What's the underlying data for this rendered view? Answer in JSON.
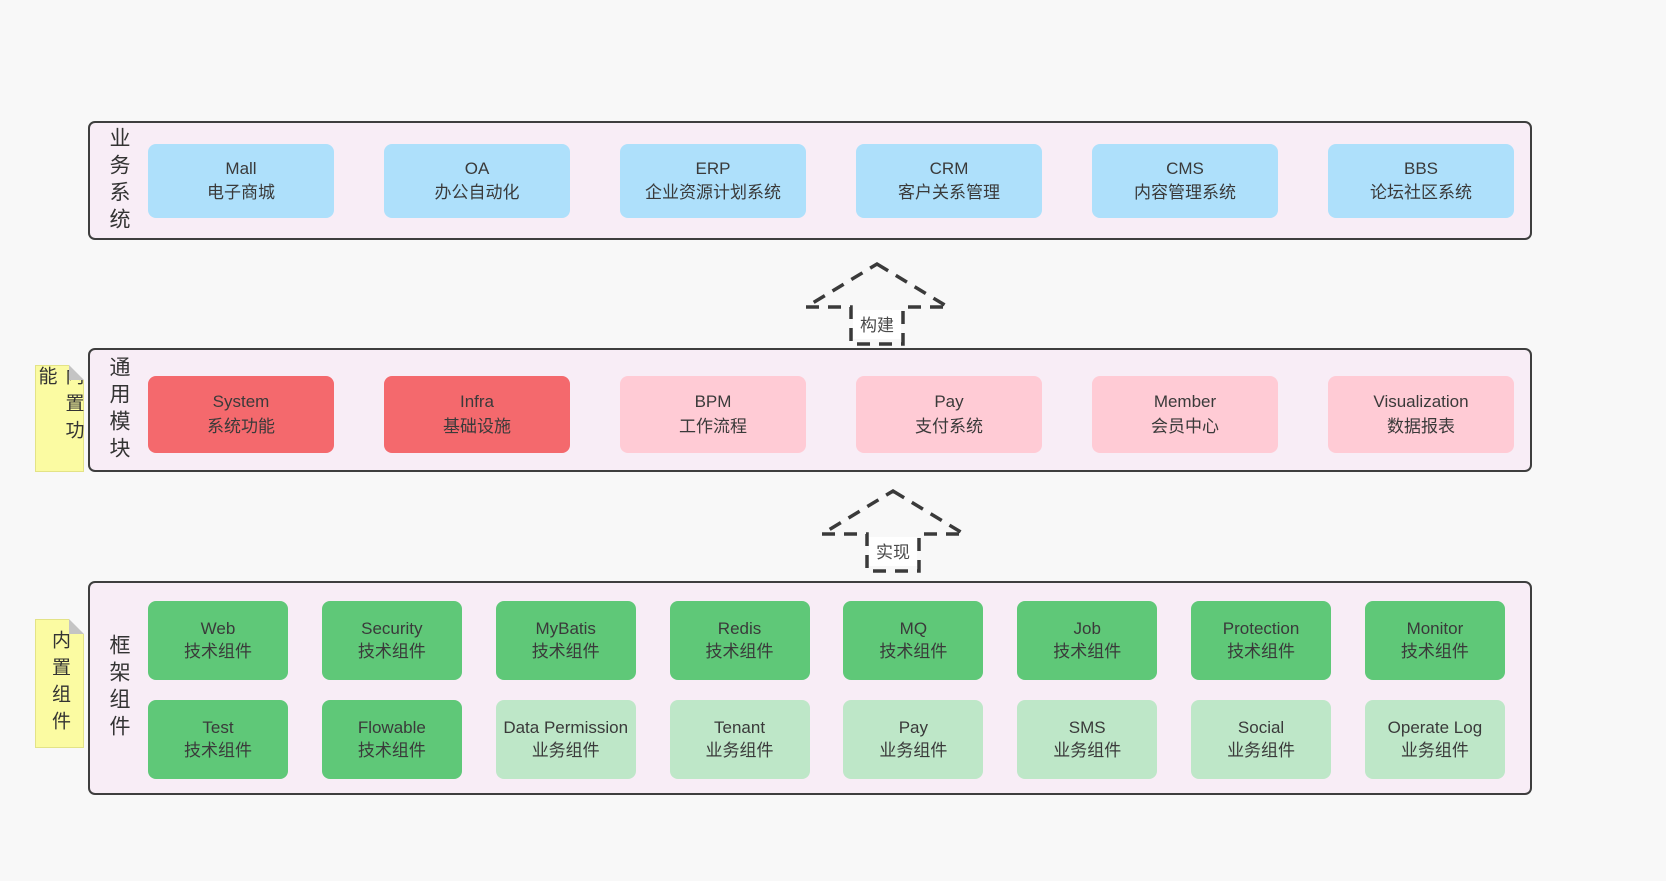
{
  "diagram": {
    "arrows": [
      {
        "label": "构建"
      },
      {
        "label": "实现"
      }
    ],
    "notes": [
      {
        "text": "内置功能"
      },
      {
        "text": "内置组件"
      }
    ],
    "layers": {
      "business": {
        "label": "业务系统",
        "boxes": [
          {
            "name": "Mall",
            "desc": "电子商城"
          },
          {
            "name": "OA",
            "desc": "办公自动化"
          },
          {
            "name": "ERP",
            "desc": "企业资源计划系统"
          },
          {
            "name": "CRM",
            "desc": "客户关系管理"
          },
          {
            "name": "CMS",
            "desc": "内容管理系统"
          },
          {
            "name": "BBS",
            "desc": "论坛社区系统"
          }
        ]
      },
      "modules": {
        "label": "通用模块",
        "boxes": [
          {
            "name": "System",
            "desc": "系统功能",
            "variant": "red"
          },
          {
            "name": "Infra",
            "desc": "基础设施",
            "variant": "red"
          },
          {
            "name": "BPM",
            "desc": "工作流程",
            "variant": "pink"
          },
          {
            "name": "Pay",
            "desc": "支付系统",
            "variant": "pink"
          },
          {
            "name": "Member",
            "desc": "会员中心",
            "variant": "pink"
          },
          {
            "name": "Visualization",
            "desc": "数据报表",
            "variant": "pink"
          }
        ]
      },
      "components": {
        "label": "框架组件",
        "row1": [
          {
            "name": "Web",
            "desc": "技术组件",
            "variant": "green"
          },
          {
            "name": "Security",
            "desc": "技术组件",
            "variant": "green"
          },
          {
            "name": "MyBatis",
            "desc": "技术组件",
            "variant": "green"
          },
          {
            "name": "Redis",
            "desc": "技术组件",
            "variant": "green"
          },
          {
            "name": "MQ",
            "desc": "技术组件",
            "variant": "green"
          },
          {
            "name": "Job",
            "desc": "技术组件",
            "variant": "green"
          },
          {
            "name": "Protection",
            "desc": "技术组件",
            "variant": "green"
          },
          {
            "name": "Monitor",
            "desc": "技术组件",
            "variant": "green"
          }
        ],
        "row2": [
          {
            "name": "Test",
            "desc": "技术组件",
            "variant": "green"
          },
          {
            "name": "Flowable",
            "desc": "技术组件",
            "variant": "green"
          },
          {
            "name": "Data Permission",
            "desc": "业务组件",
            "variant": "lightgreen"
          },
          {
            "name": "Tenant",
            "desc": "业务组件",
            "variant": "lightgreen"
          },
          {
            "name": "Pay",
            "desc": "业务组件",
            "variant": "lightgreen"
          },
          {
            "name": "SMS",
            "desc": "业务组件",
            "variant": "lightgreen"
          },
          {
            "name": "Social",
            "desc": "业务组件",
            "variant": "lightgreen"
          },
          {
            "name": "Operate Log",
            "desc": "业务组件",
            "variant": "lightgreen"
          }
        ]
      }
    },
    "colors": {
      "blue": "#aee0fb",
      "red": "#f4696d",
      "pink": "#ffcbd5",
      "green": "#5fc878",
      "light_green": "#bee7c8",
      "note_yellow": "#fbfba2",
      "container_bg": "#f8edf6",
      "page_bg": "#f8f8f8"
    }
  }
}
